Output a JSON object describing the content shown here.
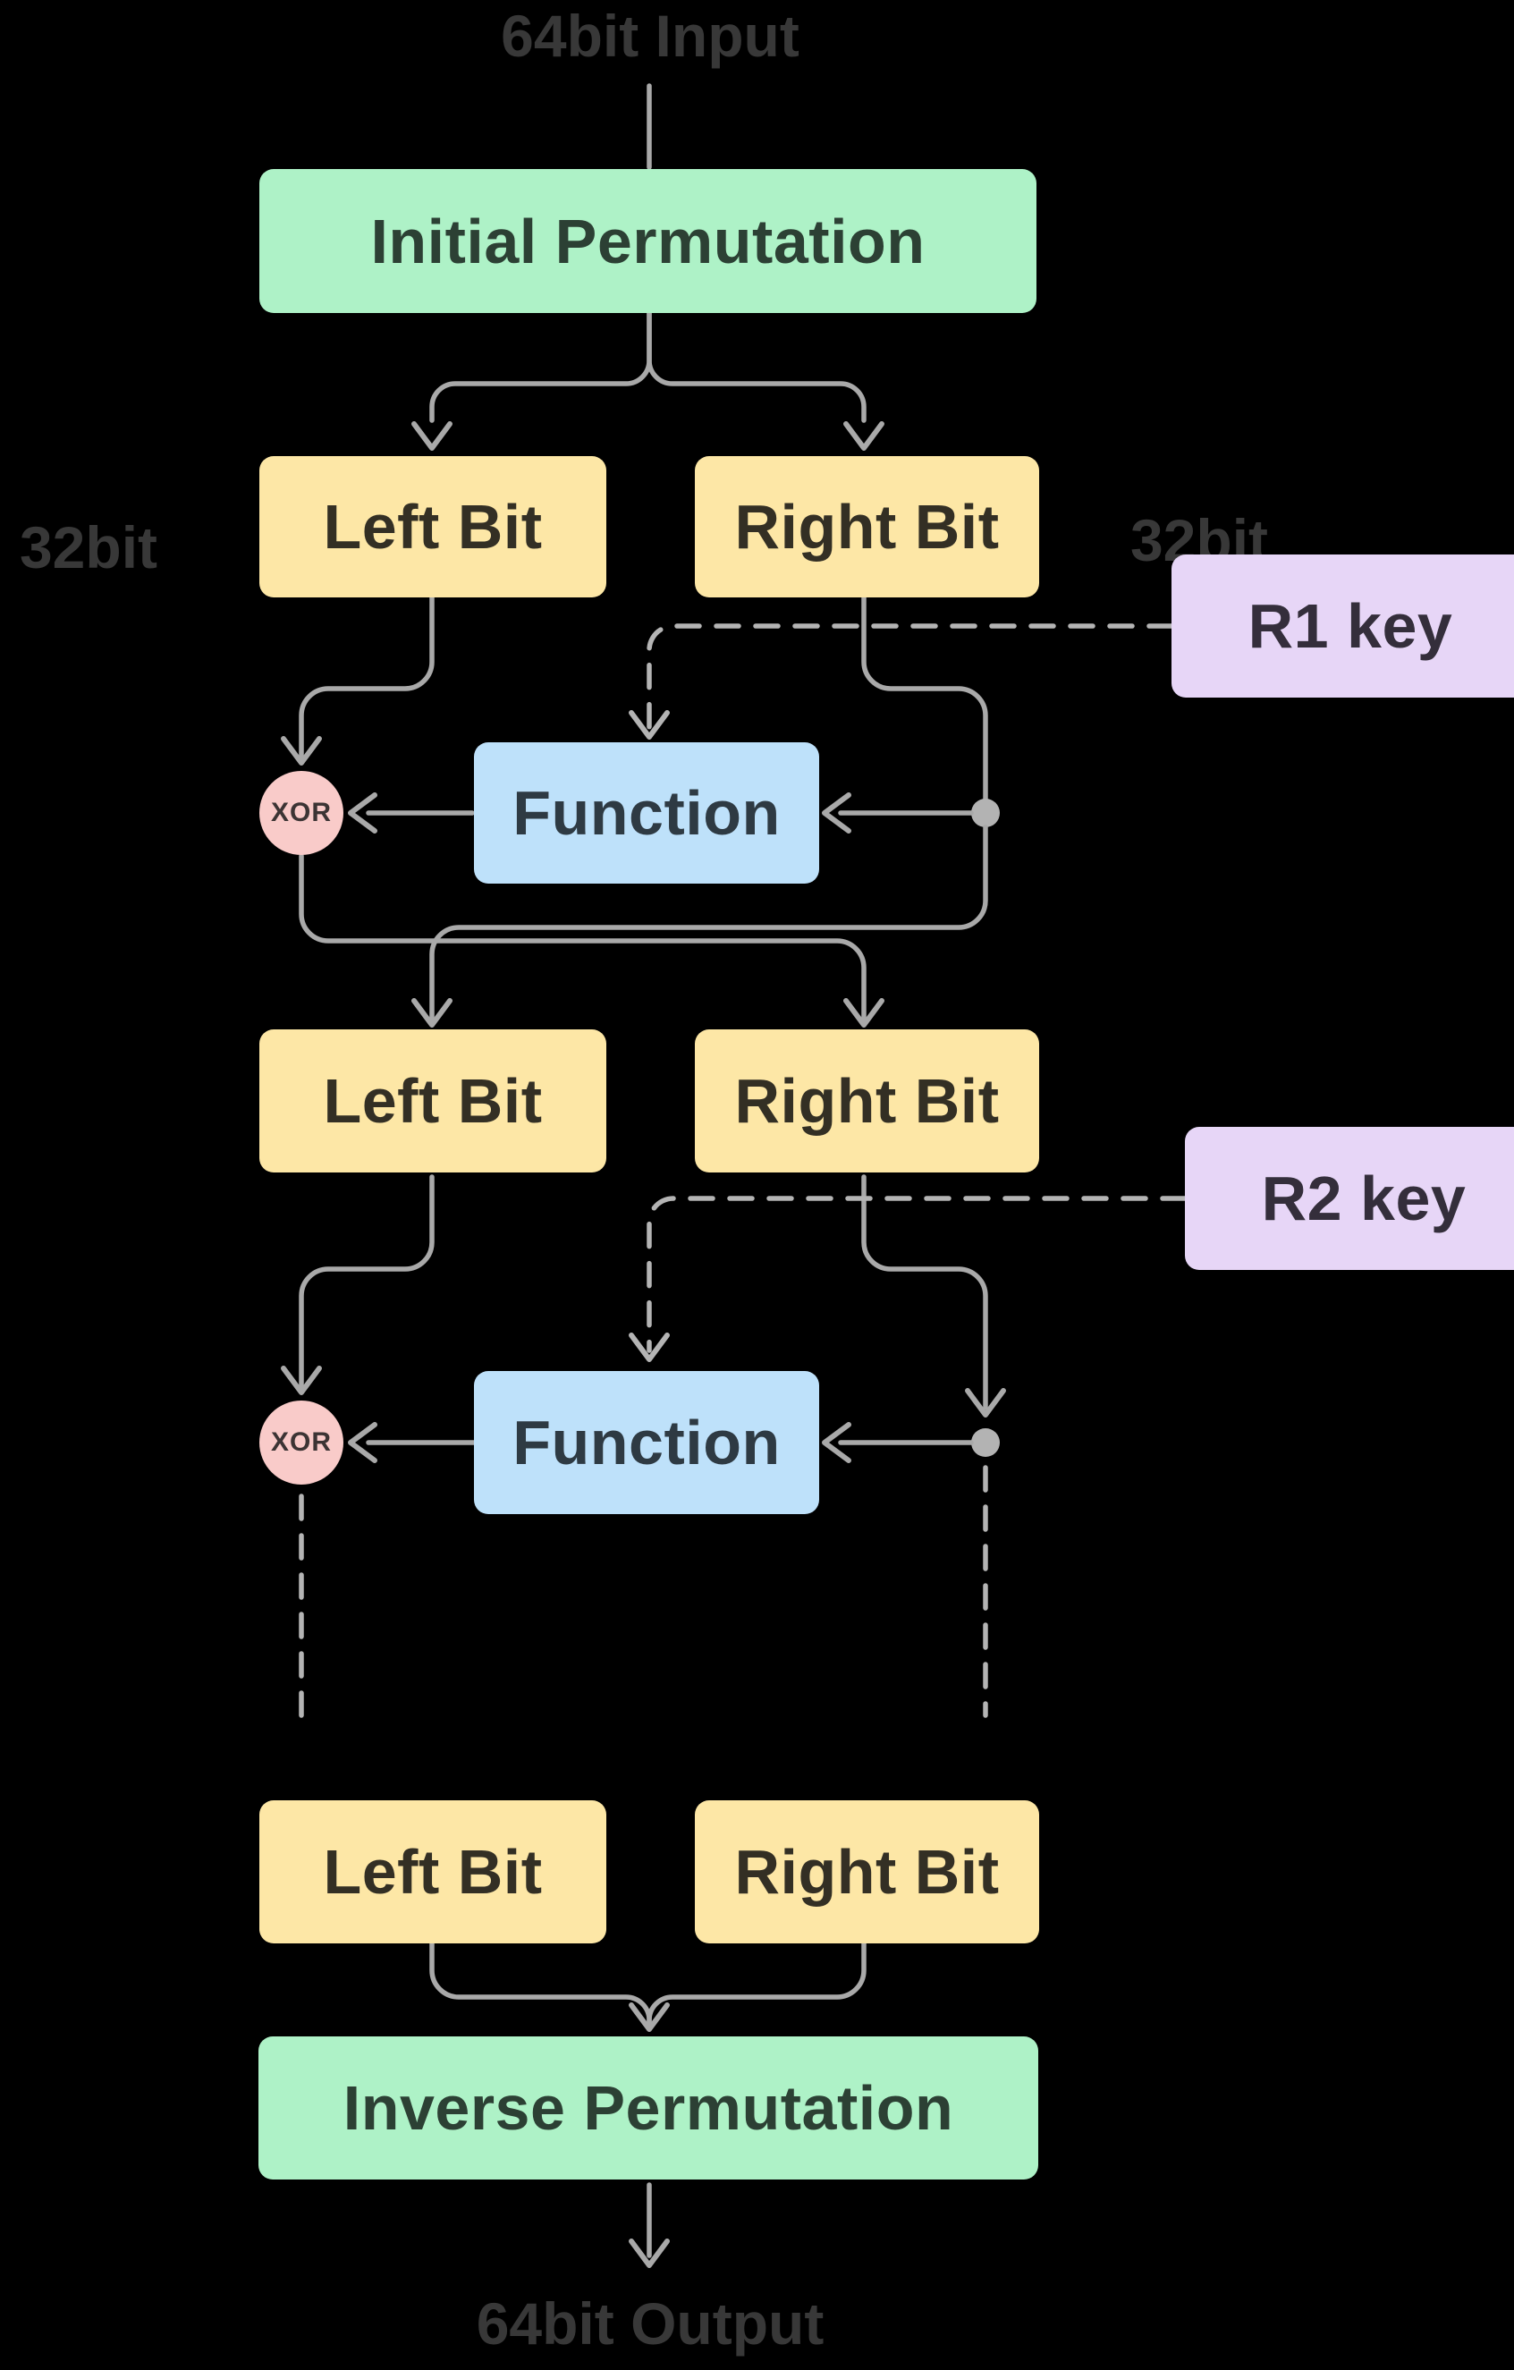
{
  "labels": {
    "input": "64bit Input",
    "output": "64bit Output",
    "left_bits": "32bit",
    "right_bits": "32bit",
    "initial_permutation": "Initial Permutation",
    "inverse_permutation": "Inverse Permutation"
  },
  "rounds": [
    {
      "left": "Left Bit",
      "right": "Right Bit",
      "key": "R1 key",
      "function": "Function",
      "xor": "XOR"
    },
    {
      "left": "Left Bit",
      "right": "Right Bit",
      "key": "R2 key",
      "function": "Function",
      "xor": "XOR"
    },
    {
      "left": "Left Bit",
      "right": "Right Bit"
    }
  ],
  "colors": {
    "background": "#000000",
    "permutation_box": "#AEF2C7",
    "bit_box": "#FDE7A6",
    "key_box": "#E7D6F7",
    "function_box": "#BEE1FA",
    "xor_circle": "#F9CBC9",
    "solid_connector": "#A9A9A9",
    "dashed_connector": "#B4B4B4",
    "junction_dot": "#B3B3B3",
    "outside_label_text": "#383838",
    "box_text": "#333333"
  }
}
